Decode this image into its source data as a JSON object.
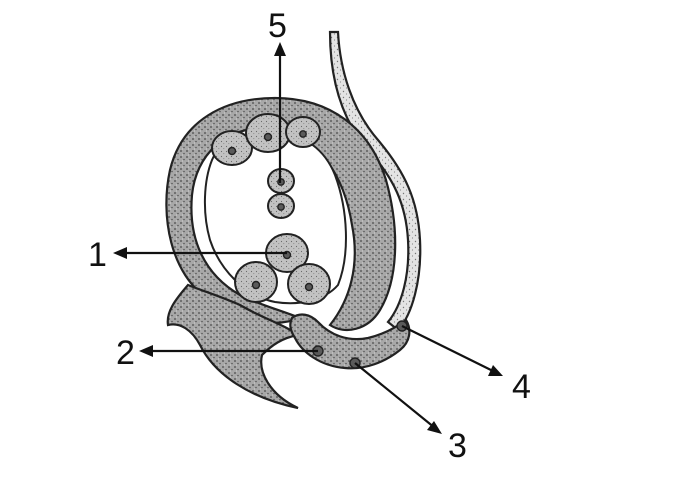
{
  "labels": {
    "l1": "1",
    "l2": "2",
    "l3": "3",
    "l4": "4",
    "l5": "5"
  },
  "colors": {
    "ink": "#111111",
    "stipple": "#9a9a9a",
    "background": "#ffffff"
  }
}
